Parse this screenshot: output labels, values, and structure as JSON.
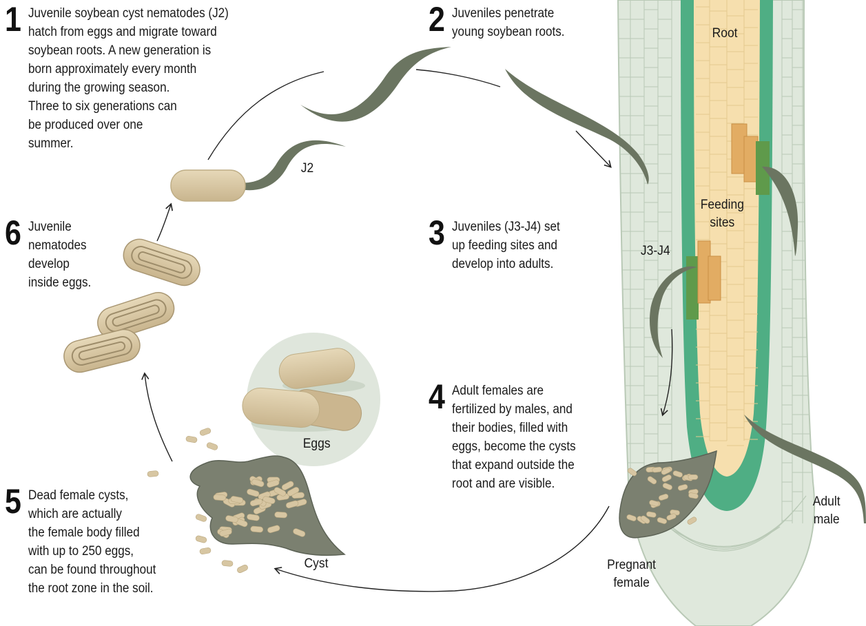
{
  "steps": [
    {
      "number": "1",
      "text": "Juvenile soybean cyst nematodes (J2)\nhatch from eggs and migrate toward\nsoybean roots. A new generation is\nborn approximately every month\nduring the growing season.\nThree to six generations can\nbe produced over one\nsummer."
    },
    {
      "number": "2",
      "text": "Juveniles penetrate\nyoung soybean roots."
    },
    {
      "number": "3",
      "text": "Juveniles (J3-J4) set\nup feeding sites and\ndevelop into adults."
    },
    {
      "number": "4",
      "text": "Adult females are\nfertilized by males, and\ntheir bodies, filled with\neggs, become the cysts\nthat expand outside the\nroot and are visible."
    },
    {
      "number": "5",
      "text": "Dead female cysts,\nwhich are actually\nthe female body filled\nwith up to 250 eggs,\ncan be found throughout\nthe root zone in the soil."
    },
    {
      "number": "6",
      "text": "Juvenile\nnematodes\ndevelop\ninside eggs."
    }
  ],
  "labels": {
    "root": "Root",
    "feeding_sites": "Feeding\nsites",
    "j3_j4": "J3-J4",
    "j2": "J2",
    "eggs": "Eggs",
    "cyst": "Cyst",
    "adult_male": "Adult\nmale",
    "pregnant_female": "Pregnant\nfemale"
  },
  "colors": {
    "root_cortex": "#dfe8dc",
    "root_cortex_line": "#b9c9b6",
    "endodermis": "#4fae84",
    "stele": "#f6dfae",
    "feeding_site": "#e2ac63",
    "feeding_site_green": "#5f9a4b",
    "nematode": "#6b7561",
    "egg": "#d7c6a2",
    "cyst": "#7b8070",
    "eggs_circle": "#dfe6dc",
    "arrow": "#222222"
  }
}
